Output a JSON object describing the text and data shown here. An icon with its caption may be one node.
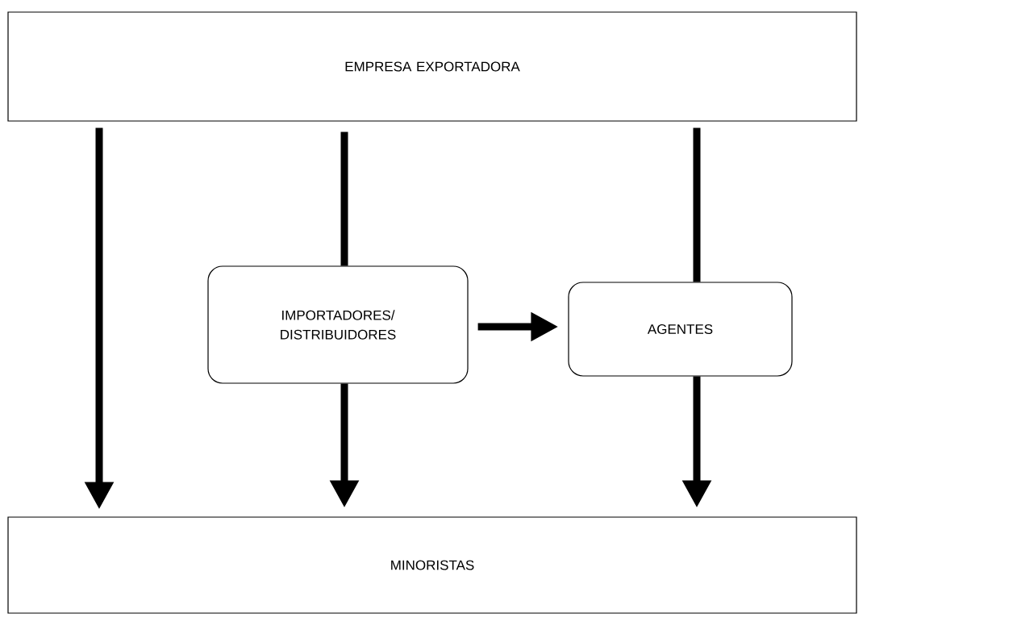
{
  "diagram": {
    "nodes": [
      {
        "text": [
          "EMPRESA EXPORTADORA"
        ]
      },
      {
        "text": [
          "IMPORTADORES/ DISTRIBUIDORES"
        ]
      },
      {
        "text": [
          "AGENTES"
        ]
      },
      {
        "text": [
          "MINORISTAS"
        ]
      }
    ],
    "edges": [
      {
        "from": 0,
        "to": 3,
        "arrow": "to"
      },
      {
        "from": 0,
        "to": 1,
        "arrow": "none"
      },
      {
        "from": 1,
        "to": 3,
        "arrow": "to"
      },
      {
        "from": 0,
        "to": 2,
        "arrow": "none"
      },
      {
        "from": 2,
        "to": 3,
        "arrow": "to"
      },
      {
        "from": 1,
        "to": 2,
        "arrow": "to"
      }
    ]
  }
}
